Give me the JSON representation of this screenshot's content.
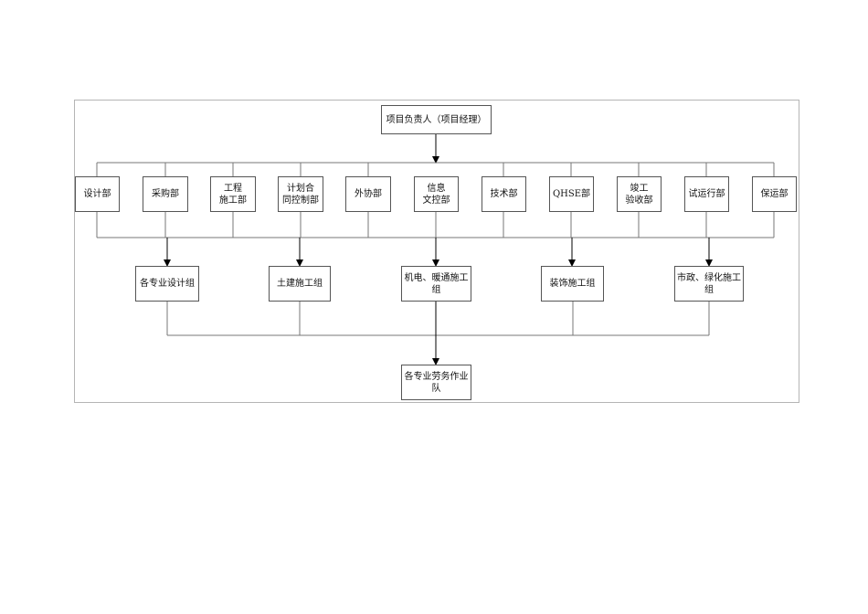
{
  "top": {
    "label": "项目负责人（项目经理）"
  },
  "departments": [
    {
      "label": "设计部"
    },
    {
      "label": "采购部"
    },
    {
      "label": "工程\n施工部"
    },
    {
      "label": "计划合\n同控制部"
    },
    {
      "label": "外协部"
    },
    {
      "label": "信息\n文控部"
    },
    {
      "label": "技术部"
    },
    {
      "label": "QHSE部"
    },
    {
      "label": "竣工\n验收部"
    },
    {
      "label": "试运行部"
    },
    {
      "label": "保运部"
    }
  ],
  "groups": [
    {
      "label": "各专业设计组"
    },
    {
      "label": "土建施工组"
    },
    {
      "label": "机电、暖通施工组"
    },
    {
      "label": "装饰施工组"
    },
    {
      "label": "市政、绿化施工组"
    }
  ],
  "bottom": {
    "label": "各专业劳务作业队"
  }
}
